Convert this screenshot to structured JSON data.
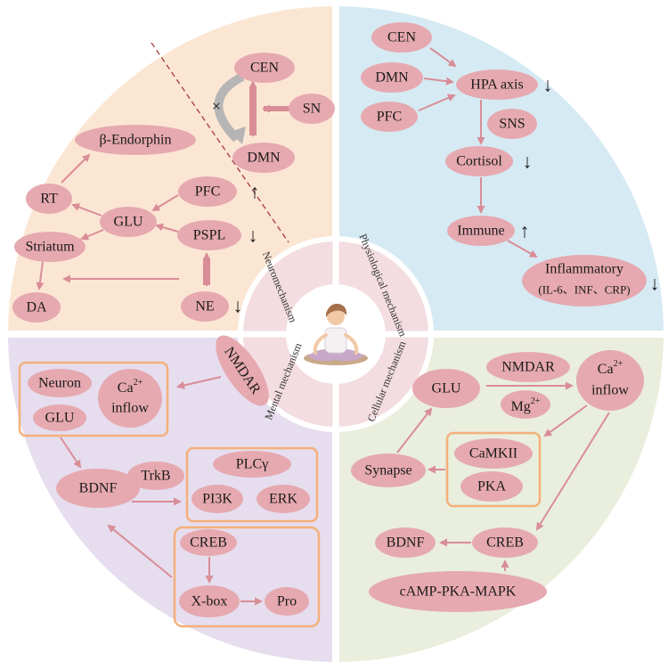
{
  "colors": {
    "q1_bg": "#fbe6d4",
    "q2_bg": "#d6eaf3",
    "q3_bg": "#e6ddee",
    "q4_bg": "#e9eedd",
    "node": "#e6a9b0",
    "arrow": "#d98d96",
    "box": "#f4b07a",
    "ring": "#f3dde1"
  },
  "center": {
    "ring_labels": {
      "neuromechanism": "Neuromechanism",
      "physiological": "Physiological mechanism",
      "mental": "Mental mechanism",
      "cellular": "Cellular mechanism"
    },
    "figure_icon": "meditation-figure-icon"
  },
  "neuro": {
    "cen": "CEN",
    "sn": "SN",
    "dmn": "DMN",
    "cross": "×",
    "beta_endorphin": "β-Endorphin",
    "rt": "RT",
    "pfc": "PFC",
    "glu": "GLU",
    "pspl": "PSPL",
    "striatum": "Striatum",
    "da": "DA",
    "ne": "NE",
    "up": "↑",
    "down": "↓"
  },
  "physio": {
    "cen": "CEN",
    "dmn": "DMN",
    "pfc": "PFC",
    "hpa": "HPA axis",
    "sns": "SNS",
    "cortisol": "Cortisol",
    "immune": "Immune",
    "inflammatory": "Inflammatory",
    "inflammatory_sub": "(IL-6、INF、CRP)",
    "up": "↑",
    "down": "↓"
  },
  "mental": {
    "nmdar": "NMDAR",
    "neuron": "Neuron",
    "ca": "Ca",
    "ca_sup": "2+",
    "inflow": "inflow",
    "glu": "GLU",
    "bdnf": "BDNF",
    "trkb": "TrkB",
    "plcy": "PLCγ",
    "pi3k": "PI3K",
    "erk": "ERK",
    "creb": "CREB",
    "xbox": "X-box",
    "pro": "Pro"
  },
  "cellular": {
    "nmdar": "NMDAR",
    "glu": "GLU",
    "mg": "Mg",
    "mg_sup": "2+",
    "ca": "Ca",
    "ca_sup": "2+",
    "inflow": "inflow",
    "synapse": "Synapse",
    "camkii": "CaMKII",
    "pka": "PKA",
    "bdnf": "BDNF",
    "creb": "CREB",
    "camp": "cAMP-PKA-MAPK"
  }
}
